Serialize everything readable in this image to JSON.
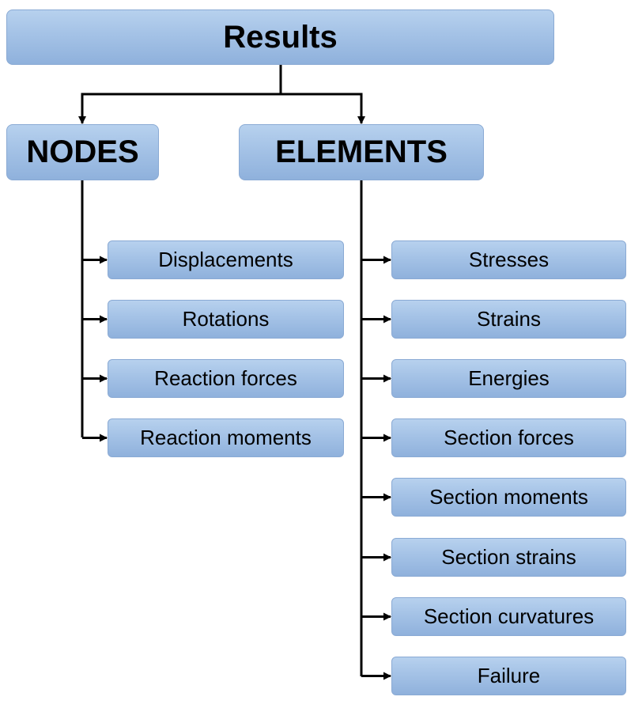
{
  "root": {
    "label": "Results"
  },
  "nodes": {
    "label": "NODES",
    "items": [
      "Displacements",
      "Rotations",
      "Reaction forces",
      "Reaction moments"
    ]
  },
  "elements": {
    "label": "ELEMENTS",
    "items": [
      "Stresses",
      "Strains",
      "Energies",
      "Section forces",
      "Section moments",
      "Section strains",
      "Section curvatures",
      "Failure"
    ]
  },
  "colors": {
    "box_fill_top": "#b7d1ee",
    "box_fill_bottom": "#8fb1dc",
    "box_border": "#8aaad4",
    "connector": "#000000",
    "text": "#000000"
  }
}
